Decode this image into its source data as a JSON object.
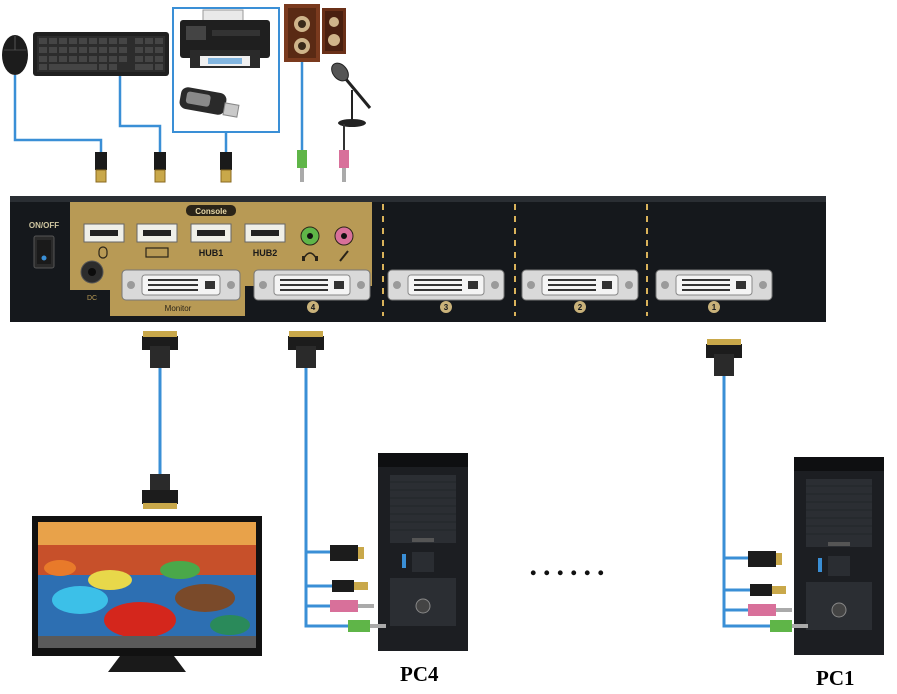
{
  "kvm": {
    "power_label": "ON/OFF",
    "console_label": "Console",
    "hub1_label": "HUB1",
    "hub2_label": "HUB2",
    "monitor_label": "Monitor",
    "port_numbers": [
      "4",
      "3",
      "2",
      "1"
    ]
  },
  "computers": {
    "left_label": "PC4",
    "right_label": "PC1",
    "ellipsis": "......"
  },
  "colors": {
    "cable": "#3a8fd6",
    "panel": "#15181c",
    "console_panel": "#b89a55",
    "audio_green": "#5fb548",
    "audio_pink": "#d8709a",
    "dashed_divider": "#d9b25a"
  },
  "icons": [
    "mouse-icon",
    "keyboard-icon",
    "printer-icon",
    "usb-flash-drive-icon",
    "speakers-icon",
    "microphone-icon",
    "monitor-icon",
    "pc-tower-icon"
  ]
}
